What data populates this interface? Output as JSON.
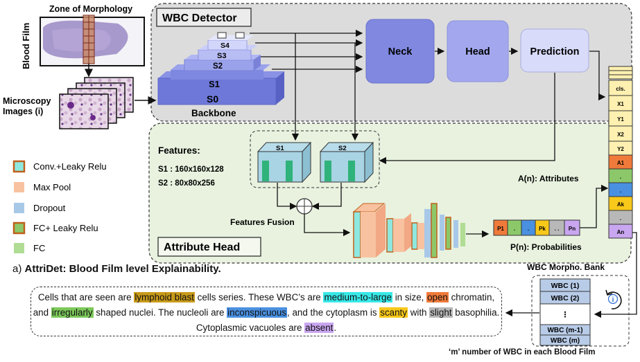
{
  "colors": {
    "detector_bg": "#dcdcdc",
    "attr_bg": "#e8f2df",
    "neck": "#8088e0",
    "head": "#a3a8ee",
    "prediction": "#d8dbfa",
    "backbone": "#6e78d8",
    "vector_yellow": "#fdf0b0",
    "vector_orange": "#f07a3a",
    "vector_green": "#8cc86a",
    "vector_blue": "#4a90e0",
    "vector_gold": "#f8c81a",
    "vector_gray": "#b8b8b8",
    "vector_purple": "#c9a6f0"
  },
  "left": {
    "blood_film": "Blood Film",
    "zone": "Zone of Morphology",
    "microscopy": "Microscopy",
    "images": "Images (i)"
  },
  "detector": {
    "title": "WBC Detector",
    "backbone": "Backbone",
    "stages": [
      "S4",
      "S3",
      "S2",
      "S1",
      "S0"
    ],
    "neck": "Neck",
    "head": "Head",
    "prediction": "Prediction"
  },
  "attr_head": {
    "title": "Attribute Head",
    "features_title": "Features:",
    "s1": "S1 : 160x160x128",
    "s2": "S2 : 80x80x256",
    "cube1": "S1",
    "cube2": "S2",
    "fusion": "Features Fusion",
    "attributes": "A(n): Attributes",
    "probabilities": "P(n): Probabilities",
    "prob_cells": [
      "P1",
      ".",
      ".",
      "Pk",
      ". .",
      "Pn"
    ]
  },
  "legend": [
    {
      "label": "Conv.+Leaky Relu",
      "fill": "#8ee8e0",
      "border": "#c0601a"
    },
    {
      "label": "Max Pool",
      "fill": "#f8c2a0",
      "border": "#f8c2a0"
    },
    {
      "label": "Dropout",
      "fill": "#a8c8e8",
      "border": "#a8c8e8"
    },
    {
      "label": "FC+ Leaky Relu",
      "fill": "#8cc86a",
      "border": "#c0601a"
    },
    {
      "label": "FC",
      "fill": "#b0dc94",
      "border": "#b0dc94"
    }
  ],
  "vector": {
    "cells": [
      "cls.",
      "X1",
      "Y1",
      "X2",
      "Y2",
      "A1",
      ".",
      ".",
      "Ak",
      ".",
      "An"
    ]
  },
  "bank": {
    "title": "WBC Morpho. Bank",
    "items": [
      "WBC (1)",
      "WBC (2)",
      "⋮",
      "WBC (m-1)",
      "WBC (m)"
    ],
    "note": "‘m’ number of WBC in each Blood Film"
  },
  "caption": {
    "prefix": "a)",
    "text": "AttriDet: Blood Film level Explainability."
  },
  "explanation": {
    "segments": [
      {
        "text": "Cells that are seen are ",
        "bg": ""
      },
      {
        "text": "lymphoid blast",
        "bg": "#c89a1a"
      },
      {
        "text": " cells series. These WBC’s are ",
        "bg": ""
      },
      {
        "text": "medium-to-large",
        "bg": "#38e8e8"
      },
      {
        "text": " in size, ",
        "bg": ""
      },
      {
        "text": "open",
        "bg": "#f07a3a"
      },
      {
        "text": " chromatin, and ",
        "bg": ""
      },
      {
        "text": "irregularly",
        "bg": "#7cc85a"
      },
      {
        "text": " shaped nuclei. The nucleoli are ",
        "bg": ""
      },
      {
        "text": "inconspicuous",
        "bg": "#4a90e0"
      },
      {
        "text": ", and the cytoplasm is ",
        "bg": ""
      },
      {
        "text": "scanty",
        "bg": "#f8c81a"
      },
      {
        "text": " with ",
        "bg": ""
      },
      {
        "text": "slight",
        "bg": "#b8b8b8"
      },
      {
        "text": " basophilia. Cytoplasmic vacuoles are ",
        "bg": ""
      },
      {
        "text": "absent",
        "bg": "#c9a6f0"
      },
      {
        "text": ".",
        "bg": ""
      }
    ]
  }
}
